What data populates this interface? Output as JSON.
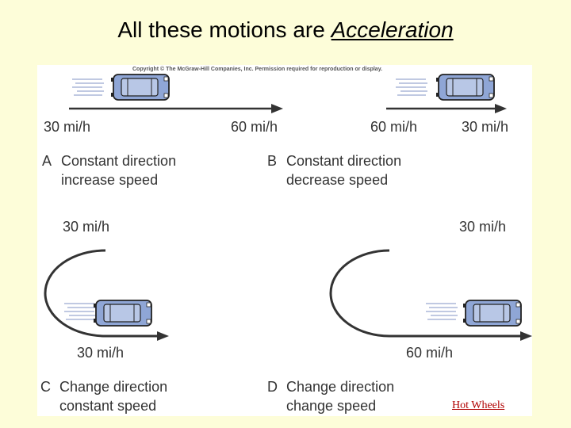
{
  "title": {
    "prefix": "All these motions are ",
    "emphasis": "Acceleration"
  },
  "copyright": "Copyright © The McGraw-Hill Companies, Inc. Permission required for reproduction or display.",
  "panels": {
    "a": {
      "speed_start": "30 mi/h",
      "speed_end": "60 mi/h",
      "letter": "A",
      "line1": "Constant direction",
      "line2": "increase speed"
    },
    "b": {
      "speed_start": "60 mi/h",
      "speed_end": "30 mi/h",
      "letter": "B",
      "line1": "Constant direction",
      "line2": "decrease speed"
    },
    "c": {
      "speed_start": "30 mi/h",
      "speed_end": "30 mi/h",
      "letter": "C",
      "line1": "Change direction",
      "line2": "constant speed"
    },
    "d": {
      "speed_start": "30 mi/h",
      "speed_end": "60 mi/h",
      "letter": "D",
      "line1": "Change direction",
      "line2": "change speed"
    }
  },
  "link": "Hot Wheels",
  "colors": {
    "background": "#fdfdd9",
    "car": "#8fa6d6",
    "link": "#b00000"
  }
}
